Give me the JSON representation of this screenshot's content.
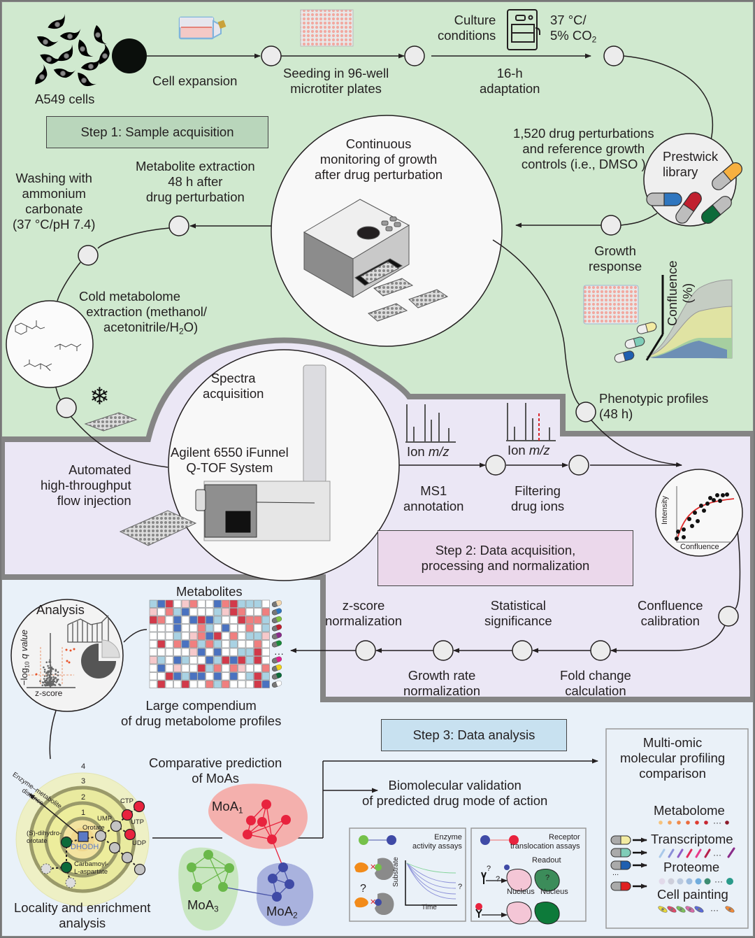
{
  "figure": {
    "panels": {
      "step1": {
        "label": "Step 1: Sample acquisition",
        "color": "#d0e9cf",
        "label_bg": "#b9d6bb"
      },
      "step2": {
        "label": "Step 2: Data acquisition,\nprocessing and normalization",
        "color": "#ebe7f5",
        "label_bg": "#ebd8eb"
      },
      "step3": {
        "label": "Step 3: Data analysis",
        "color": "#e9f1f9",
        "label_bg": "#c8e1f0"
      }
    },
    "step1": {
      "cells_label": "A549 cells",
      "cell_expansion": "Cell expansion",
      "seeding": "Seeding in 96-well\nmicrotiter plates",
      "culture_conditions": "Culture\nconditions",
      "temperature": "37 °C/",
      "co2": "5% CO",
      "co2_sub": "2",
      "adaptation": "16-h\nadaptation",
      "drug_perturbations": "1,520 drug perturbations\nand reference growth\ncontrols (i.e., DMSO )",
      "library": "Prestwick\nlibrary",
      "monitoring": "Continuous\nmonitoring of growth\nafter drug perturbation",
      "growth_response": "Growth\nresponse",
      "confluence_axis": "Confluence\n(%)",
      "phenotypic_profiles": "Phenotypic profiles\n(48 h)",
      "metabolite_extraction": "Metabolite extraction\n48 h after\ndrug perturbation",
      "washing": "Washing with\nammonium\ncarbonate\n(37 °C/pH 7.4)",
      "cold_extraction_1": "Cold metabolome\n  extraction (methanol/",
      "cold_extraction_2": "acetonitrile/H",
      "cold_extraction_sub": "2",
      "cold_extraction_3": "O)"
    },
    "step2": {
      "spectra_acquisition": "Spectra\nacquisition",
      "instrument": "Agilent 6550 iFunnel\nQ-TOF System",
      "flow_injection": "Automated\nhigh-throughput\nflow injection",
      "ion_axis_prefix": "Ion ",
      "ion_axis_var": "m/z",
      "ms1_annotation": "MS1\nannotation",
      "filtering": "Filtering\ndrug ions",
      "intensity_axis": "Intensity",
      "confluence_axis": "Confluence",
      "confluence_calibration": "Confluence\ncalibration",
      "fold_change": "Fold change\ncalculation",
      "statistical_significance": "Statistical\nsignificance",
      "growth_rate": "Growth rate\nnormalization",
      "zscore_norm": "z-score\nnormalization"
    },
    "step3": {
      "metabolites": "Metabolites",
      "compendium": "Large compendium\nof drug metabolome profiles",
      "analysis": "Analysis",
      "volcano_y": "−log",
      "volcano_y_sub": "10",
      "volcano_y_q": " q value",
      "volcano_x": "z-score",
      "comparative": "Comparative prediction\nof MoAs",
      "moa1": "MoA",
      "moa1_sub": "1",
      "moa2": "MoA",
      "moa2_sub": "2",
      "moa3": "MoA",
      "moa3_sub": "3",
      "locality": "Locality and enrichment\nanalysis",
      "ring_numbers": [
        "4",
        "3",
        "2",
        "1"
      ],
      "distance_label": "Enzyme–metabolite\ndistance",
      "enzyme": "DHODH",
      "nodes": {
        "dihydroorotate": "(S)-dihydro-\norotate",
        "orotate": "Orotate",
        "ump": "UMP",
        "ctp": "CTP",
        "utp": "UTP",
        "udp": "UDP",
        "carbamoyl": "Carbamoyl-\nL-aspartate"
      },
      "validation": "Biomolecular validation\nof predicted drug mode of action",
      "enzyme_assay": "Enzyme\nactivity assays",
      "substrate_axis": "Substrate",
      "time_axis": "Time",
      "question": "?",
      "receptor_assay": "Receptor\ntranslocation assays",
      "readout": "Readout",
      "nucleus": "Nucleus",
      "multiomic": "Multi-omic\nmolecular profiling\ncomparison",
      "omics": [
        "Metabolome",
        "Transcriptome",
        "Proteome",
        "Cell painting"
      ],
      "ellipsis": "..."
    }
  }
}
